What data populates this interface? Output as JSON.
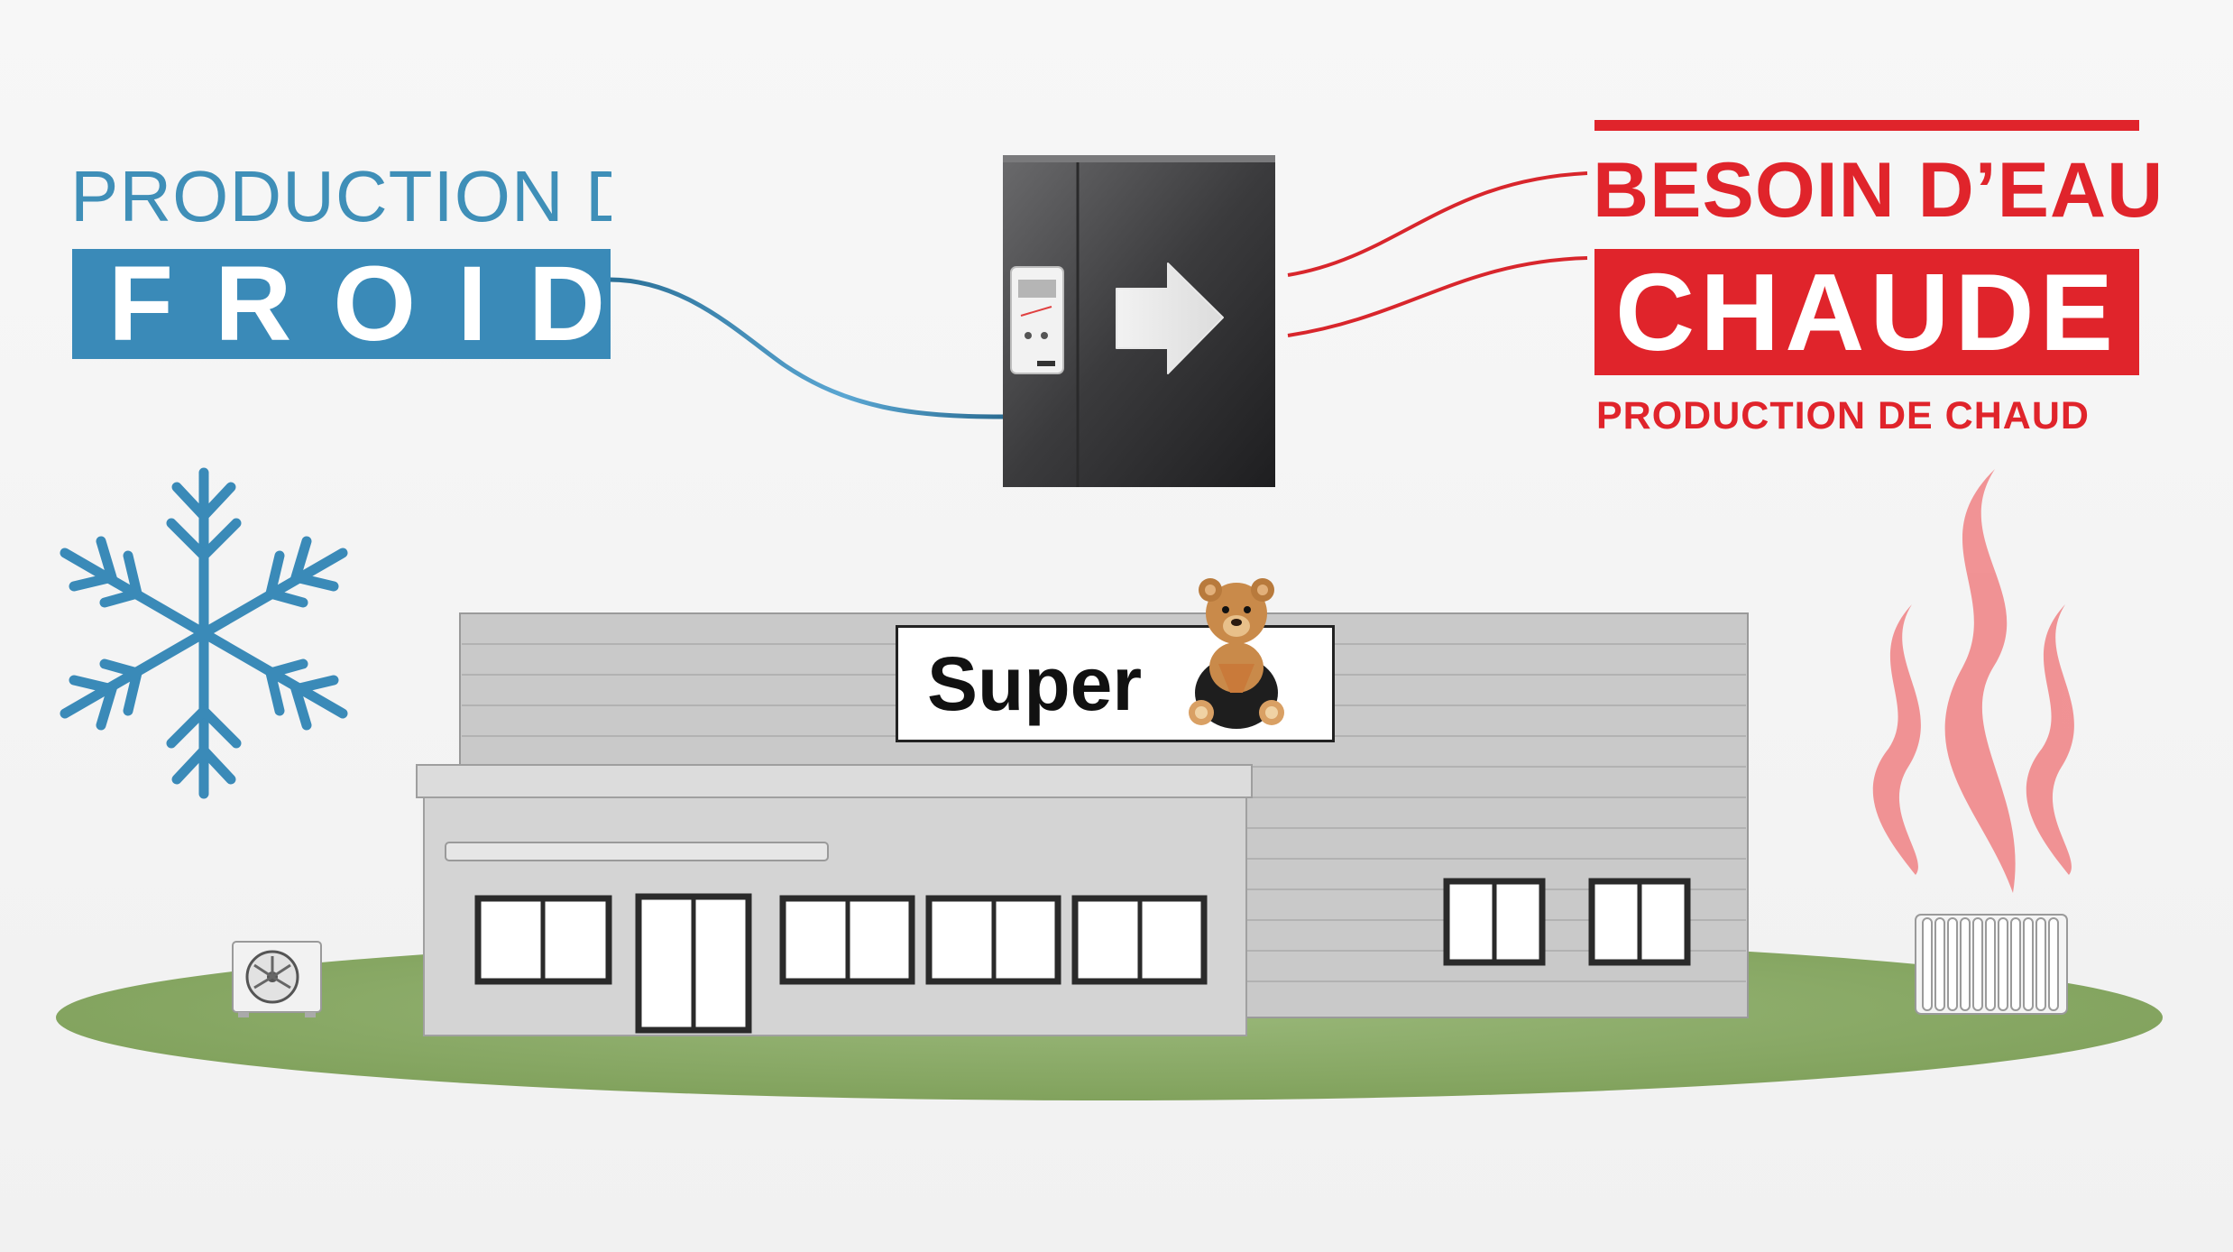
{
  "cold_title": {
    "subtitle": "PRODUCTION DE",
    "main": "FROID",
    "color": "#3a8ab8"
  },
  "hot_title": {
    "subtitle": "BESOIN D’EAU",
    "main": "CHAUDE",
    "caption": "PRODUCTION DE CHAUD",
    "color": "#e0242b"
  },
  "store_sign": {
    "text": "Super",
    "logo": "teddy-bear-logo"
  },
  "colors": {
    "cold_line": "#3a8ab8",
    "hot_line": "#d8262c",
    "heat_wave": "#ef8a8c",
    "ground": "#8fb06a",
    "building": "#c7c7c7",
    "unit_cabinet": "#3a3a3c"
  },
  "icons": [
    "snowflake-icon",
    "heat-waves-icon",
    "radiator-icon",
    "outdoor-ac-unit-icon",
    "right-arrow-icon",
    "control-panel-icon"
  ]
}
